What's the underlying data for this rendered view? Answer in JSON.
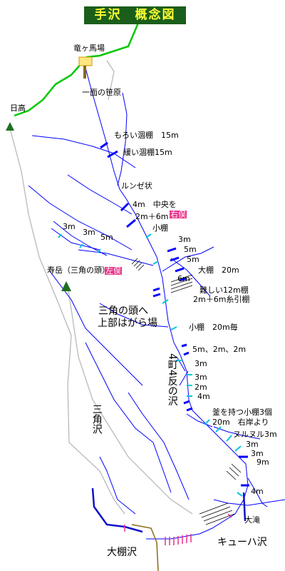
{
  "title": "手沢　概念図",
  "colors": {
    "route": "#00c800",
    "stream": "#0000ff",
    "trail": "#b4b4b4",
    "waterfall_big": "#0000ff",
    "waterfall_small": "#00c8dc",
    "gorge": "#e8318a",
    "peak": "#1f6f1f",
    "title_bg": "#1b5e1b",
    "title_text": "#ffff33",
    "tag_bg": "#e8318a"
  },
  "labels": {
    "parking": "竜ヶ馬場",
    "hidaka": "日高",
    "ichimen": "一面の笹原",
    "moroi": "もろい涸棚　15m",
    "yurui": "緩い涸棚15m",
    "runze": "ルンゼ状",
    "f4m_center": "4m　中央を",
    "f2m6m": "2m＋6m",
    "right_tag1": "右俣",
    "shodana1": "小棚",
    "f3m_a": "3m",
    "f5m_a": "5m",
    "f5m_b": "5m",
    "f6m": "6m",
    "daidana20": "大棚　20m",
    "difficult": "難しい12m棚",
    "itobiki": "2m＋6m糸引棚",
    "jugaku": "寿岳（三角の頭）",
    "left_tag": "左俣",
    "f3m_l1": "3m",
    "f3m_l2": "3m",
    "f5m_l": "5m",
    "sankaku_line1": "三角の頭へ",
    "sankaku_line2": "上部はがら場",
    "shodana20": "小棚　20m毎",
    "f5m2m2m": "5m、2m、2m",
    "f3m_c": "3m",
    "f3m_d": "3m",
    "f2m_c": "2m",
    "f4m_c": "4m",
    "yoncho": "4町4反の沢",
    "kama": "釜を持つ小棚3個",
    "f20m_right": "20m　右岸より",
    "nurunuru": "ヌルヌル3m",
    "f3m_e": "3m",
    "f3m_f": "3m",
    "f9m": "9m",
    "f4m_d": "4m",
    "otaki": "大滝",
    "sankakusawa": "三角沢",
    "otanazawa": "大棚沢",
    "kyuhasawa": "キューハ沢"
  }
}
